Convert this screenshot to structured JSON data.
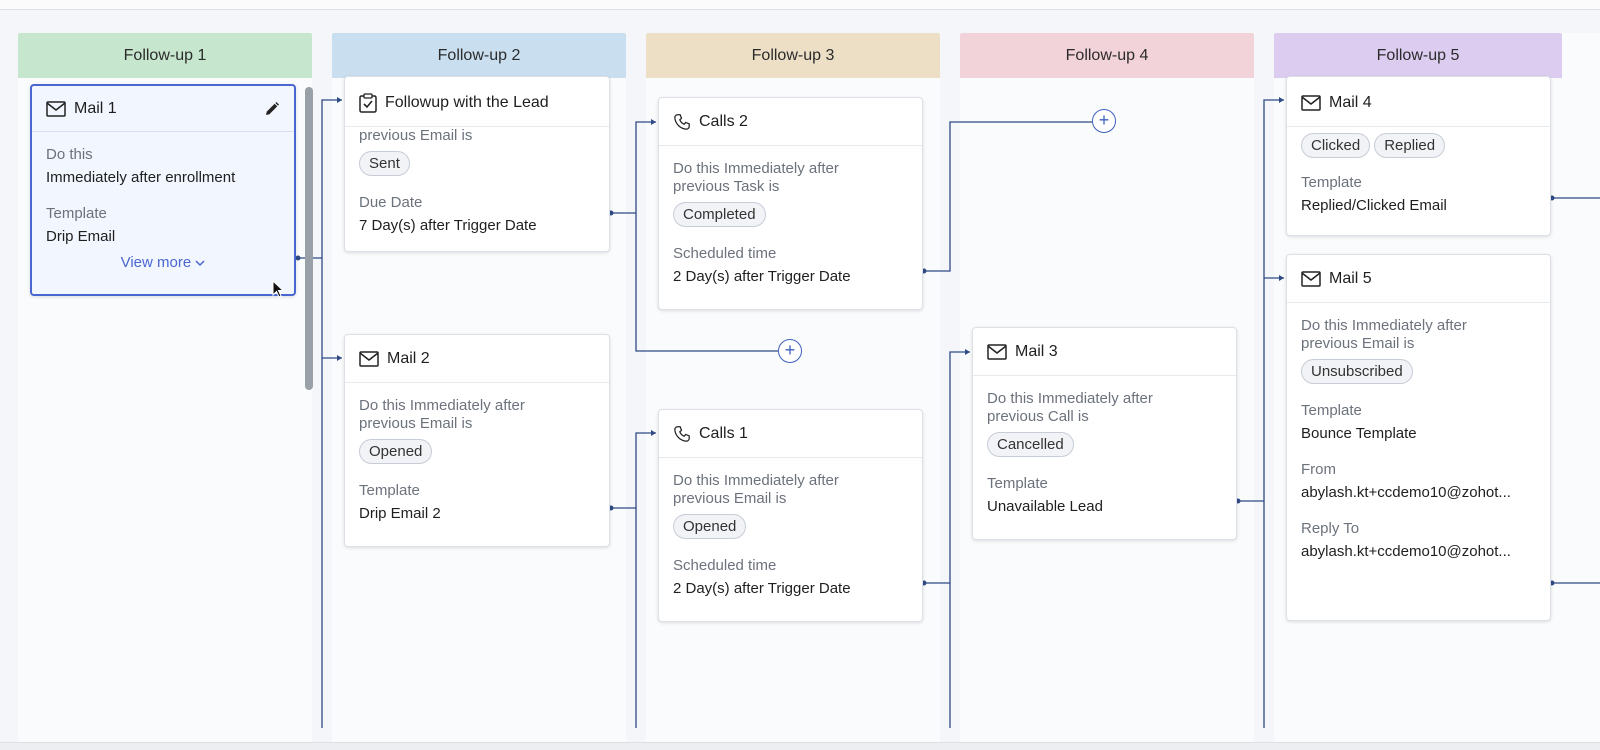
{
  "columns": [
    {
      "label": "Follow-up 1",
      "color": "#c6e6cd"
    },
    {
      "label": "Follow-up 2",
      "color": "#c9dff0"
    },
    {
      "label": "Follow-up 3",
      "color": "#ecdfc6"
    },
    {
      "label": "Follow-up 4",
      "color": "#f3d3da"
    },
    {
      "label": "Follow-up 5",
      "color": "#dccdf0"
    }
  ],
  "cards": {
    "mail1": {
      "title": "Mail 1",
      "icon": "mail-icon",
      "do_label": "Do this",
      "do_value": "Immediately after enrollment",
      "template_label": "Template",
      "template_value": "Drip Email",
      "view_more": "View more"
    },
    "followup_lead": {
      "title": "Followup with the Lead",
      "icon": "task-check-icon",
      "condition_tail": "previous Email is",
      "status": "Sent",
      "due_label": "Due Date",
      "due_value": "7 Day(s) after Trigger Date"
    },
    "mail2": {
      "title": "Mail 2",
      "icon": "mail-icon",
      "condition": "Do this Immediately after previous Email is",
      "status": "Opened",
      "template_label": "Template",
      "template_value": "Drip Email 2"
    },
    "calls2": {
      "title": "Calls 2",
      "icon": "phone-icon",
      "condition": "Do this Immediately after previous Task is",
      "status": "Completed",
      "sched_label": "Scheduled time",
      "sched_value": "2 Day(s) after Trigger Date"
    },
    "calls1": {
      "title": "Calls 1",
      "icon": "phone-icon",
      "condition": "Do this Immediately after previous Email is",
      "status": "Opened",
      "sched_label": "Scheduled time",
      "sched_value": "2 Day(s) after Trigger Date"
    },
    "mail3": {
      "title": "Mail 3",
      "icon": "mail-icon",
      "condition": "Do this Immediately after previous Call is",
      "status": "Cancelled",
      "template_label": "Template",
      "template_value": "Unavailable Lead"
    },
    "mail4": {
      "title": "Mail 4",
      "icon": "mail-icon",
      "statuses": [
        "Clicked",
        "Replied"
      ],
      "template_label": "Template",
      "template_value": "Replied/Clicked Email"
    },
    "mail5": {
      "title": "Mail 5",
      "icon": "mail-icon",
      "condition": "Do this Immediately after previous Email is",
      "status": "Unsubscribed",
      "template_label": "Template",
      "template_value": "Bounce Template",
      "from_label": "From",
      "from_value": "abylash.kt+ccdemo10@zohot...",
      "reply_label": "Reply To",
      "reply_value": "abylash.kt+ccdemo10@zohot..."
    }
  },
  "accent": "#4a66d1",
  "wire_color": "#2f4a86"
}
